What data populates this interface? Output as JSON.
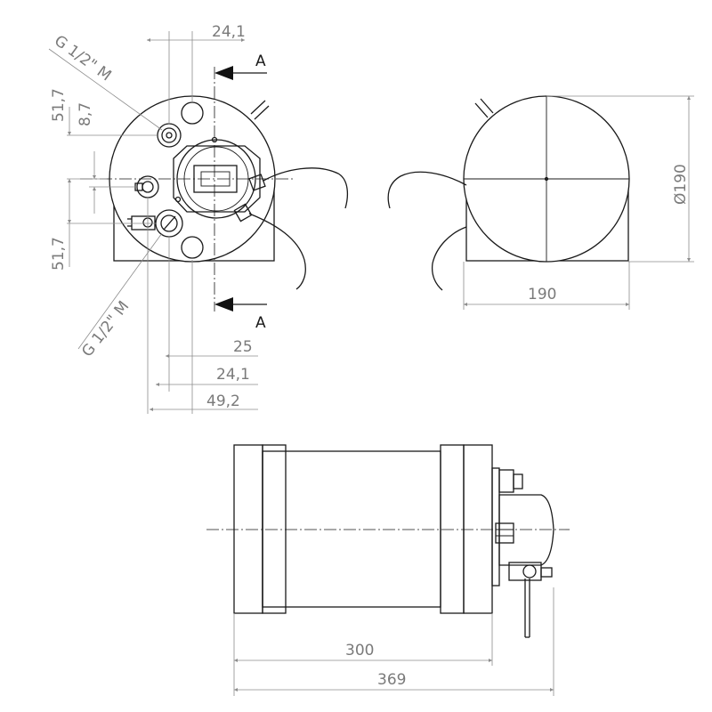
{
  "dimensions": {
    "d_24_1_top": "24,1",
    "thread_top": "G 1/2\" M",
    "d_51_7_top": "51,7",
    "d_8_7": "8,7",
    "d_51_7_bottom": "51,7",
    "thread_bottom": "G 1/2\" M",
    "d_25": "25",
    "d_24_1_bottom": "24,1",
    "d_49_2": "49,2",
    "diameter_190": "Ø190",
    "width_190": "190",
    "length_300": "300",
    "length_369": "369"
  },
  "section": {
    "top_label": "A",
    "bottom_label": "A"
  },
  "colors": {
    "line": "#1a1a1a",
    "dimension": "#8c8c8c"
  }
}
